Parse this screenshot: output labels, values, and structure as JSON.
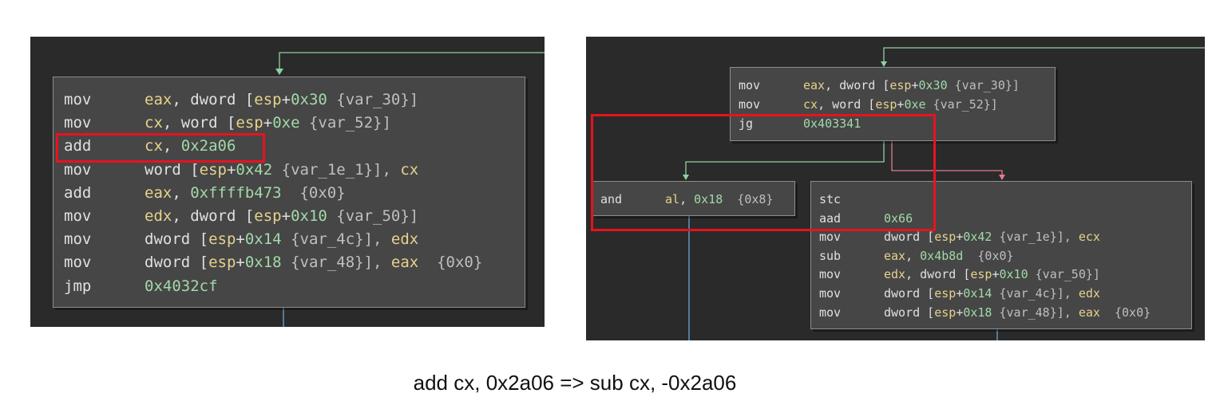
{
  "left_panel": {
    "block": [
      {
        "op": "mov",
        "args": [
          [
            "eax",
            "reg"
          ],
          [
            ", dword [",
            "plain"
          ],
          [
            "esp",
            "reg"
          ],
          [
            "+",
            "plain"
          ],
          [
            "0x30",
            "num"
          ],
          [
            " {var_30}]",
            "var"
          ]
        ]
      },
      {
        "op": "mov",
        "args": [
          [
            "cx",
            "reg"
          ],
          [
            ", word [",
            "plain"
          ],
          [
            "esp",
            "reg"
          ],
          [
            "+",
            "plain"
          ],
          [
            "0xe",
            "num"
          ],
          [
            " {var_52}]",
            "var"
          ]
        ]
      },
      {
        "op": "add",
        "args": [
          [
            "cx",
            "reg"
          ],
          [
            ", ",
            "plain"
          ],
          [
            "0x2a06",
            "num"
          ]
        ]
      },
      {
        "op": "mov",
        "args": [
          [
            "word [",
            "plain"
          ],
          [
            "esp",
            "reg"
          ],
          [
            "+",
            "plain"
          ],
          [
            "0x42",
            "num"
          ],
          [
            " {var_1e_1}], ",
            "var"
          ],
          [
            "cx",
            "reg"
          ]
        ]
      },
      {
        "op": "add",
        "args": [
          [
            "eax",
            "reg"
          ],
          [
            ", ",
            "plain"
          ],
          [
            "0xffffb473",
            "num"
          ],
          [
            "  {0x0}",
            "var"
          ]
        ]
      },
      {
        "op": "mov",
        "args": [
          [
            "edx",
            "reg"
          ],
          [
            ", dword [",
            "plain"
          ],
          [
            "esp",
            "reg"
          ],
          [
            "+",
            "plain"
          ],
          [
            "0x10",
            "num"
          ],
          [
            " {var_50}]",
            "var"
          ]
        ]
      },
      {
        "op": "mov",
        "args": [
          [
            "dword [",
            "plain"
          ],
          [
            "esp",
            "reg"
          ],
          [
            "+",
            "plain"
          ],
          [
            "0x14",
            "num"
          ],
          [
            " {var_4c}], ",
            "var"
          ],
          [
            "edx",
            "reg"
          ]
        ]
      },
      {
        "op": "mov",
        "args": [
          [
            "dword [",
            "plain"
          ],
          [
            "esp",
            "reg"
          ],
          [
            "+",
            "plain"
          ],
          [
            "0x18",
            "num"
          ],
          [
            " {var_48}], ",
            "var"
          ],
          [
            "eax",
            "reg"
          ],
          [
            "  {0x0}",
            "var"
          ]
        ]
      },
      {
        "op": "jmp",
        "args": [
          [
            "0x4032cf",
            "num"
          ]
        ]
      }
    ]
  },
  "right_panel": {
    "top_block": [
      {
        "op": "mov",
        "args": [
          [
            "eax",
            "reg"
          ],
          [
            ", dword [",
            "plain"
          ],
          [
            "esp",
            "reg"
          ],
          [
            "+",
            "plain"
          ],
          [
            "0x30",
            "num"
          ],
          [
            " {var_30}]",
            "var"
          ]
        ]
      },
      {
        "op": "mov",
        "args": [
          [
            "cx",
            "reg"
          ],
          [
            ", word [",
            "plain"
          ],
          [
            "esp",
            "reg"
          ],
          [
            "+",
            "plain"
          ],
          [
            "0xe",
            "num"
          ],
          [
            " {var_52}]",
            "var"
          ]
        ]
      },
      {
        "op": "jg",
        "args": [
          [
            "0x403341",
            "num"
          ]
        ]
      }
    ],
    "left_block": [
      {
        "op": "and",
        "args": [
          [
            "al",
            "reg"
          ],
          [
            ", ",
            "plain"
          ],
          [
            "0x18",
            "num"
          ],
          [
            "  {0x8}",
            "var"
          ]
        ]
      }
    ],
    "right_block": [
      {
        "op": "stc",
        "args": []
      },
      {
        "op": "aad",
        "args": [
          [
            "0x66",
            "num"
          ]
        ]
      },
      {
        "op": "mov",
        "args": [
          [
            "dword [",
            "plain"
          ],
          [
            "esp",
            "reg"
          ],
          [
            "+",
            "plain"
          ],
          [
            "0x42",
            "num"
          ],
          [
            " {var_1e}], ",
            "var"
          ],
          [
            "ecx",
            "reg"
          ]
        ]
      },
      {
        "op": "sub",
        "args": [
          [
            "eax",
            "reg"
          ],
          [
            ", ",
            "plain"
          ],
          [
            "0x4b8d",
            "num"
          ],
          [
            "  {0x0}",
            "var"
          ]
        ]
      },
      {
        "op": "mov",
        "args": [
          [
            "edx",
            "reg"
          ],
          [
            ", dword [",
            "plain"
          ],
          [
            "esp",
            "reg"
          ],
          [
            "+",
            "plain"
          ],
          [
            "0x10",
            "num"
          ],
          [
            " {var_50}]",
            "var"
          ]
        ]
      },
      {
        "op": "mov",
        "args": [
          [
            "dword [",
            "plain"
          ],
          [
            "esp",
            "reg"
          ],
          [
            "+",
            "plain"
          ],
          [
            "0x14",
            "num"
          ],
          [
            " {var_4c}], ",
            "var"
          ],
          [
            "edx",
            "reg"
          ]
        ]
      },
      {
        "op": "mov",
        "args": [
          [
            "dword [",
            "plain"
          ],
          [
            "esp",
            "reg"
          ],
          [
            "+",
            "plain"
          ],
          [
            "0x18",
            "num"
          ],
          [
            " {var_48}], ",
            "var"
          ],
          [
            "eax",
            "reg"
          ],
          [
            "  {0x0}",
            "var"
          ]
        ]
      }
    ]
  },
  "caption": "add cx, 0x2a06  =>  sub cx, -0x2a06",
  "colors": {
    "highlight": "#e8121e",
    "true_edge": "#8fd19e",
    "false_edge": "#e07a8c",
    "unconditional_edge": "#6aa9d8"
  }
}
